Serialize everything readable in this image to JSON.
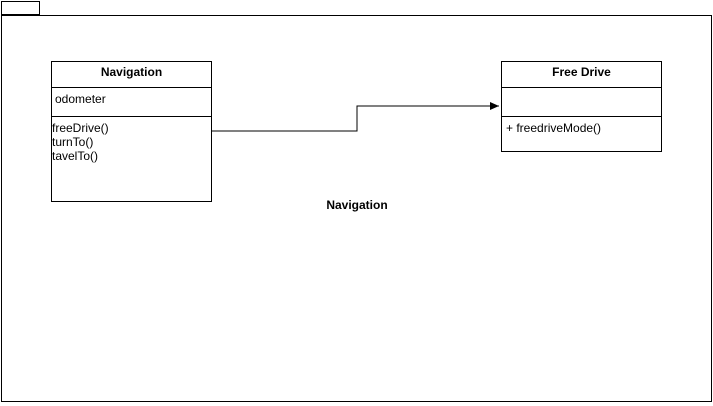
{
  "package": {
    "name": "Navigation"
  },
  "classes": {
    "navigation": {
      "name": "Navigation",
      "attributes": [
        "odometer"
      ],
      "operations": [
        "freeDrive()",
        "turnTo()",
        "tavelTo()"
      ]
    },
    "free_drive": {
      "name": "Free Drive",
      "attributes": [],
      "operations": [
        "+ freedriveMode()"
      ]
    }
  },
  "relationships": [
    {
      "from": "Navigation",
      "to": "Free Drive",
      "type": "directed-association"
    }
  ]
}
